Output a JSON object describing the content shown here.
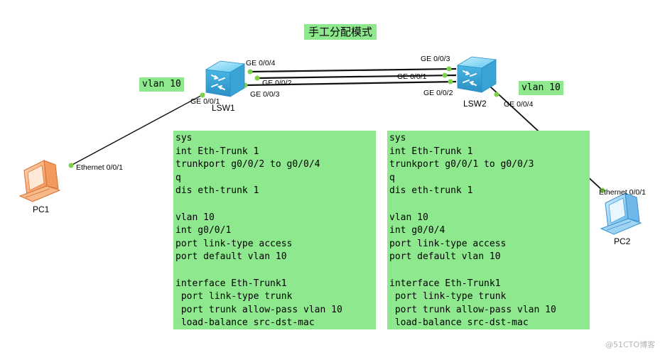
{
  "title": "手工分配模式",
  "devices": {
    "lsw1": "LSW1",
    "lsw2": "LSW2",
    "pc1": "PC1",
    "pc2": "PC2"
  },
  "ports": {
    "lsw1_ge004": "GE 0/0/4",
    "lsw1_ge002": "GE 0/0/2",
    "lsw1_ge003": "GE 0/0/3",
    "lsw1_ge001": "GE 0/0/1",
    "lsw2_ge003": "GE 0/0/3",
    "lsw2_ge001": "GE 0/0/1",
    "lsw2_ge002": "GE 0/0/2",
    "lsw2_ge004": "GE 0/0/4",
    "pc1_eth": "Ethernet 0/0/1",
    "pc2_eth": "Ethernet 0/0/1"
  },
  "vlan_tags": {
    "left": "vlan 10",
    "right": "vlan 10"
  },
  "config_lsw1": [
    "sys",
    "int Eth-Trunk 1",
    "trunkport g0/0/2 to g0/0/4",
    "q",
    "dis eth-trunk 1",
    "",
    "vlan 10",
    "int g0/0/1",
    "port link-type access",
    "port default vlan 10",
    "",
    "interface Eth-Trunk1",
    " port link-type trunk",
    " port trunk allow-pass vlan 10",
    " load-balance src-dst-mac"
  ],
  "config_lsw2": [
    "sys",
    "int Eth-Trunk 1",
    "trunkport g0/0/1 to g0/0/3",
    "q",
    "dis eth-trunk 1",
    "",
    "vlan 10",
    "int g0/0/4",
    "port link-type access",
    "port default vlan 10",
    "",
    "interface Eth-Trunk1",
    " port link-type trunk",
    " port trunk allow-pass vlan 10",
    " load-balance src-dst-mac"
  ],
  "watermark": "@51CTO博客",
  "colors": {
    "box_green": "#8ee88e",
    "port_dot": "#7ed24a",
    "switch_blue": "#4fc3ee",
    "pc1_orange": "#f4a56a",
    "pc2_blue": "#7cc8f2"
  }
}
